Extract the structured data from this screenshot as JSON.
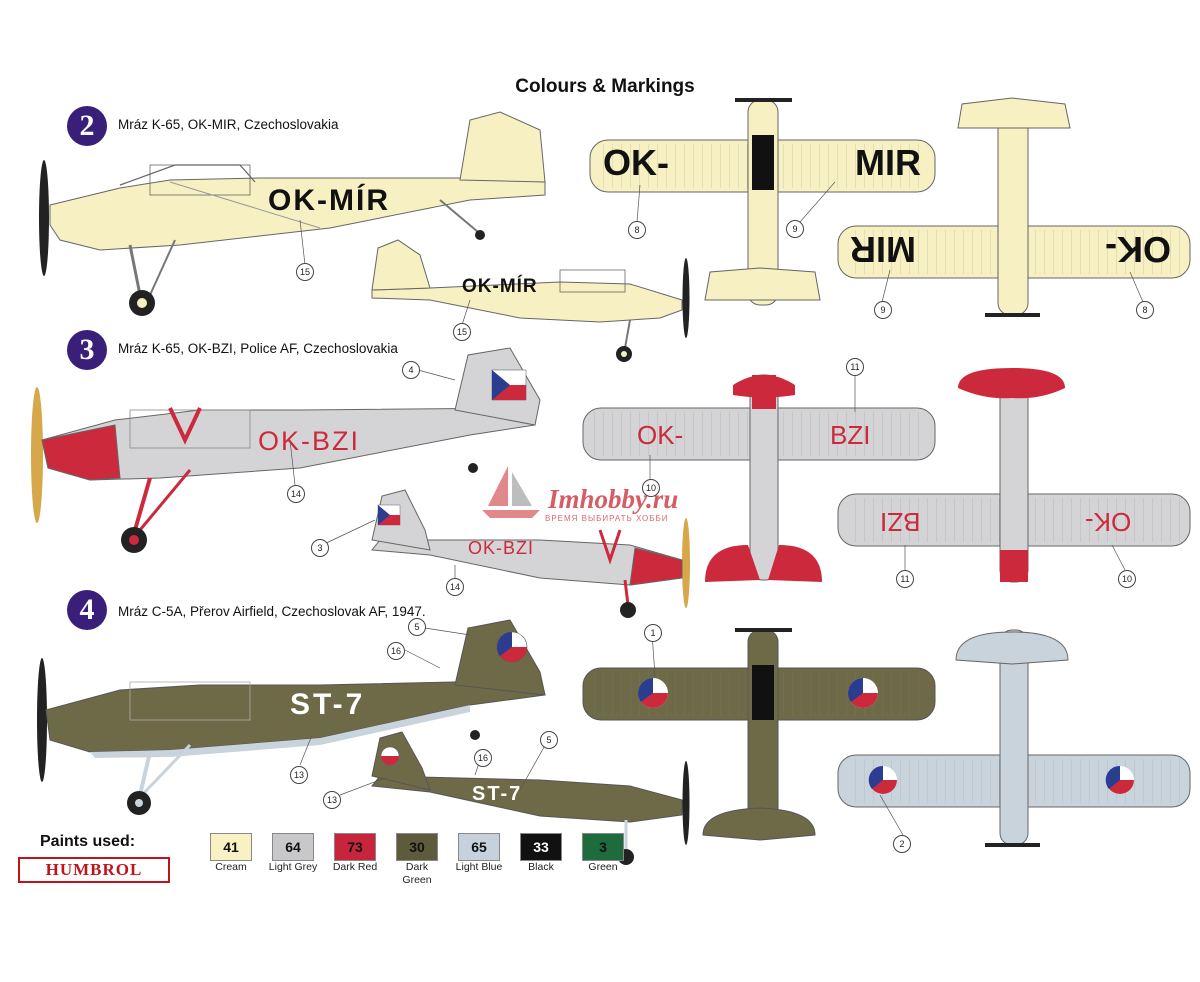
{
  "title": "Colours & Markings",
  "schemes": [
    {
      "number": "2",
      "label": "Mráz K-65, OK-MIR, Czechoslovakia",
      "registration": "OK-MÍR",
      "wing_left": "OK-",
      "wing_right": "MIR",
      "colors": {
        "body": "#f6f0c2",
        "accent": "#f6f0c2"
      }
    },
    {
      "number": "3",
      "label": "Mráz K-65, OK-BZI, Police AF, Czechoslovakia",
      "registration": "OK-BZI",
      "wing_left": "OK-",
      "wing_right": "BZI",
      "colors": {
        "body": "#d4d4d6",
        "accent": "#cc2a3c"
      }
    },
    {
      "number": "4",
      "label": "Mráz C-5A, Přerov Airfield, Czechoslovak AF, 1947.",
      "registration": "ST-7",
      "colors": {
        "body": "#6e6a48",
        "accent": "#6e6a48",
        "underside": "#c9d3dc"
      }
    }
  ],
  "callouts": [
    "15",
    "15",
    "8",
    "9",
    "9",
    "8",
    "4",
    "14",
    "3",
    "14",
    "11",
    "10",
    "11",
    "10",
    "5",
    "16",
    "13",
    "16",
    "5",
    "13",
    "1",
    "2"
  ],
  "paints": {
    "heading": "Paints used:",
    "brand": "HUMBROL",
    "swatches": [
      {
        "code": "41",
        "name": "Cream",
        "hex": "#f7f1c4",
        "text_color": "#111"
      },
      {
        "code": "64",
        "name": "Light Grey",
        "hex": "#c8c8ca",
        "text_color": "#111"
      },
      {
        "code": "73",
        "name": "Dark Red",
        "hex": "#c7253b",
        "text_color": "#111"
      },
      {
        "code": "30",
        "name": "Dark Green",
        "hex": "#5e5a3c",
        "text_color": "#111"
      },
      {
        "code": "65",
        "name": "Light Blue",
        "hex": "#c5d1dd",
        "text_color": "#111"
      },
      {
        "code": "33",
        "name": "Black",
        "hex": "#111111",
        "text_color": "#fff"
      },
      {
        "code": "3",
        "name": "Green",
        "hex": "#1e6b3e",
        "text_color": "#111"
      }
    ]
  },
  "watermark": {
    "site": "Imhobby.ru",
    "tagline": "ВРЕМЯ ВЫБИРАТЬ ХОББИ"
  }
}
